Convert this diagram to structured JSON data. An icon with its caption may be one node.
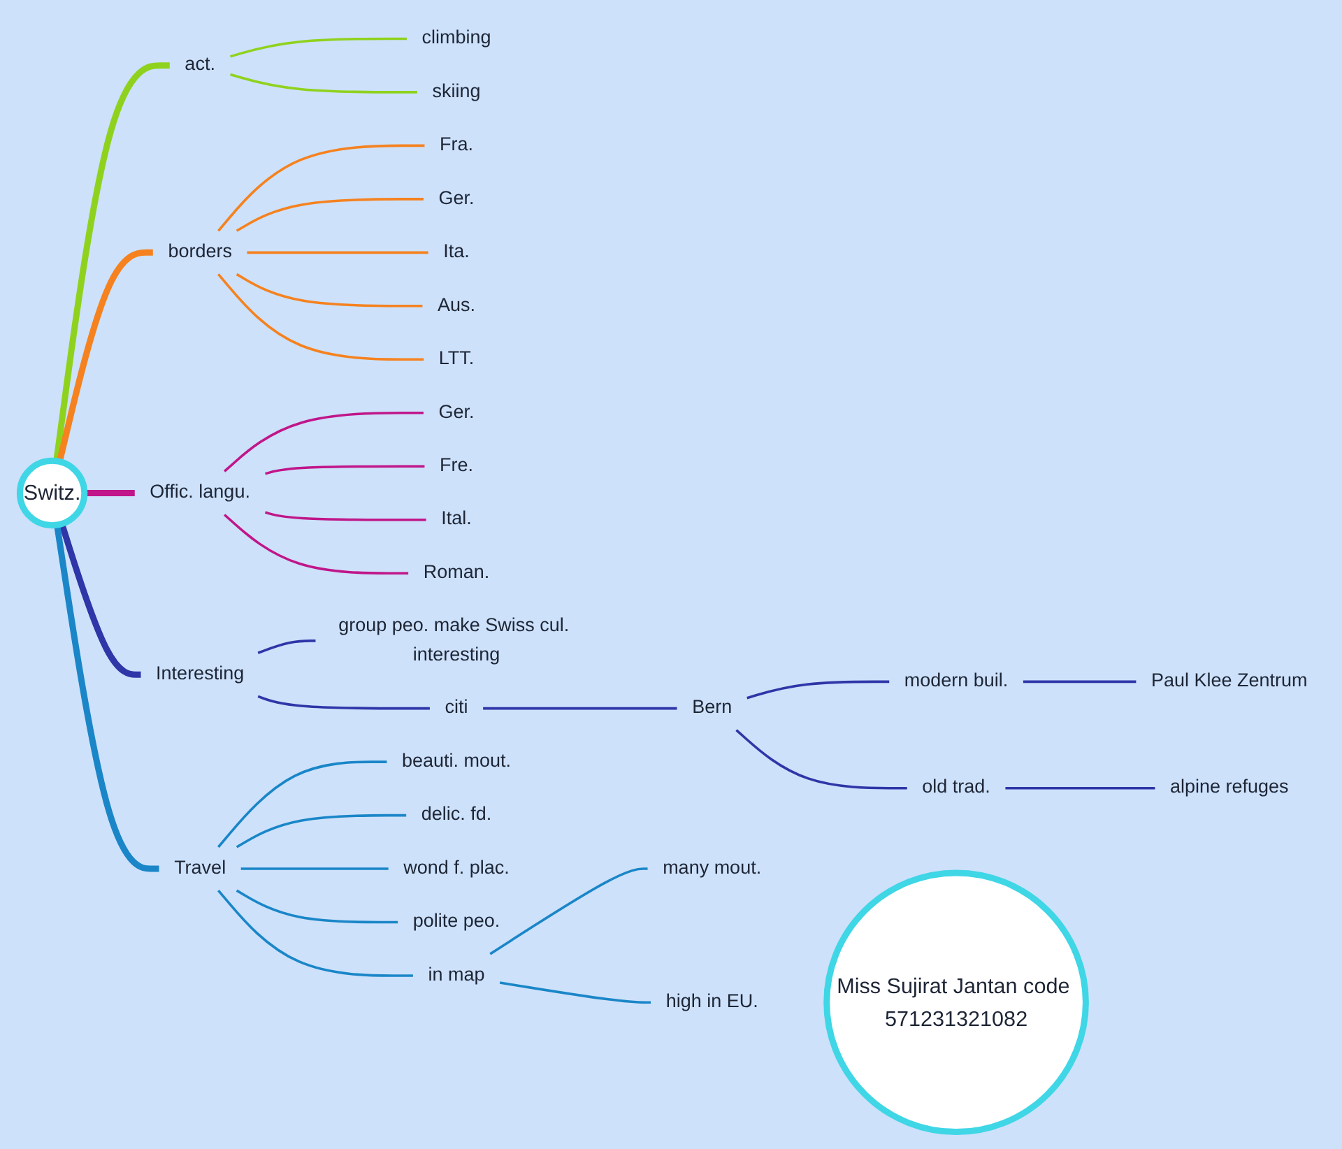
{
  "diagram": {
    "nodes": [
      {
        "text": [
          "Switz."
        ]
      },
      {
        "text": [
          "act."
        ]
      },
      {
        "text": [
          "climbing"
        ]
      },
      {
        "text": [
          "skiing"
        ]
      },
      {
        "text": [
          "borders"
        ]
      },
      {
        "text": [
          "Fra."
        ]
      },
      {
        "text": [
          "Ger."
        ]
      },
      {
        "text": [
          "Ita."
        ]
      },
      {
        "text": [
          "Aus."
        ]
      },
      {
        "text": [
          "LTT."
        ]
      },
      {
        "text": [
          "Offic. langu."
        ]
      },
      {
        "text": [
          "Ger."
        ]
      },
      {
        "text": [
          "Fre."
        ]
      },
      {
        "text": [
          "Ital."
        ]
      },
      {
        "text": [
          "Roman."
        ]
      },
      {
        "text": [
          "Interesting"
        ]
      },
      {
        "text": [
          "group peo. make Swiss cul. interesting"
        ]
      },
      {
        "text": [
          "citi"
        ]
      },
      {
        "text": [
          "Bern"
        ]
      },
      {
        "text": [
          "modern buil."
        ]
      },
      {
        "text": [
          "Paul Klee Zentrum"
        ]
      },
      {
        "text": [
          "old trad."
        ]
      },
      {
        "text": [
          "alpine refuges"
        ]
      },
      {
        "text": [
          "Travel"
        ]
      },
      {
        "text": [
          "beauti. mout."
        ]
      },
      {
        "text": [
          "delic. fd."
        ]
      },
      {
        "text": [
          "wond f. plac."
        ]
      },
      {
        "text": [
          "polite peo."
        ]
      },
      {
        "text": [
          "in map"
        ]
      },
      {
        "text": [
          "many mout."
        ]
      },
      {
        "text": [
          "high in EU."
        ]
      },
      {
        "text": [
          "Miss Sujirat Jantan code 571231321082"
        ]
      }
    ],
    "edges": [
      {
        "from": 0,
        "to": 1,
        "arrow": "none",
        "style": "thick",
        "color": "#8fd21e"
      },
      {
        "from": 1,
        "to": 2,
        "arrow": "none",
        "color": "#8fd21e"
      },
      {
        "from": 1,
        "to": 3,
        "arrow": "none",
        "color": "#8fd21e"
      },
      {
        "from": 0,
        "to": 4,
        "arrow": "none",
        "style": "thick",
        "color": "#f5821f"
      },
      {
        "from": 4,
        "to": 5,
        "arrow": "none",
        "color": "#f5821f"
      },
      {
        "from": 4,
        "to": 6,
        "arrow": "none",
        "color": "#f5821f"
      },
      {
        "from": 4,
        "to": 7,
        "arrow": "none",
        "color": "#f5821f"
      },
      {
        "from": 4,
        "to": 8,
        "arrow": "none",
        "color": "#f5821f"
      },
      {
        "from": 4,
        "to": 9,
        "arrow": "none",
        "color": "#f5821f"
      },
      {
        "from": 0,
        "to": 10,
        "arrow": "none",
        "style": "thick",
        "color": "#c0168a"
      },
      {
        "from": 10,
        "to": 11,
        "arrow": "none",
        "color": "#c0168a"
      },
      {
        "from": 10,
        "to": 12,
        "arrow": "none",
        "color": "#c0168a"
      },
      {
        "from": 10,
        "to": 13,
        "arrow": "none",
        "color": "#c0168a"
      },
      {
        "from": 10,
        "to": 14,
        "arrow": "none",
        "color": "#c0168a"
      },
      {
        "from": 0,
        "to": 15,
        "arrow": "none",
        "style": "thick",
        "color": "#2e36a8"
      },
      {
        "from": 15,
        "to": 16,
        "arrow": "none",
        "color": "#2e36a8"
      },
      {
        "from": 15,
        "to": 17,
        "arrow": "none",
        "color": "#2e36a8"
      },
      {
        "from": 17,
        "to": 18,
        "arrow": "none",
        "color": "#2e36a8"
      },
      {
        "from": 18,
        "to": 19,
        "arrow": "none",
        "color": "#2e36a8"
      },
      {
        "from": 19,
        "to": 20,
        "arrow": "none",
        "color": "#2e36a8"
      },
      {
        "from": 18,
        "to": 21,
        "arrow": "none",
        "color": "#2e36a8"
      },
      {
        "from": 21,
        "to": 22,
        "arrow": "none",
        "color": "#2e36a8"
      },
      {
        "from": 0,
        "to": 23,
        "arrow": "none",
        "style": "thick",
        "color": "#1a86c8"
      },
      {
        "from": 23,
        "to": 24,
        "arrow": "none",
        "color": "#1a86c8"
      },
      {
        "from": 23,
        "to": 25,
        "arrow": "none",
        "color": "#1a86c8"
      },
      {
        "from": 23,
        "to": 26,
        "arrow": "none",
        "color": "#1a86c8"
      },
      {
        "from": 23,
        "to": 27,
        "arrow": "none",
        "color": "#1a86c8"
      },
      {
        "from": 23,
        "to": 28,
        "arrow": "none",
        "color": "#1a86c8"
      },
      {
        "from": 28,
        "to": 29,
        "arrow": "none",
        "color": "#1a86c8"
      },
      {
        "from": 28,
        "to": 30,
        "arrow": "none",
        "color": "#1a86c8"
      }
    ]
  }
}
